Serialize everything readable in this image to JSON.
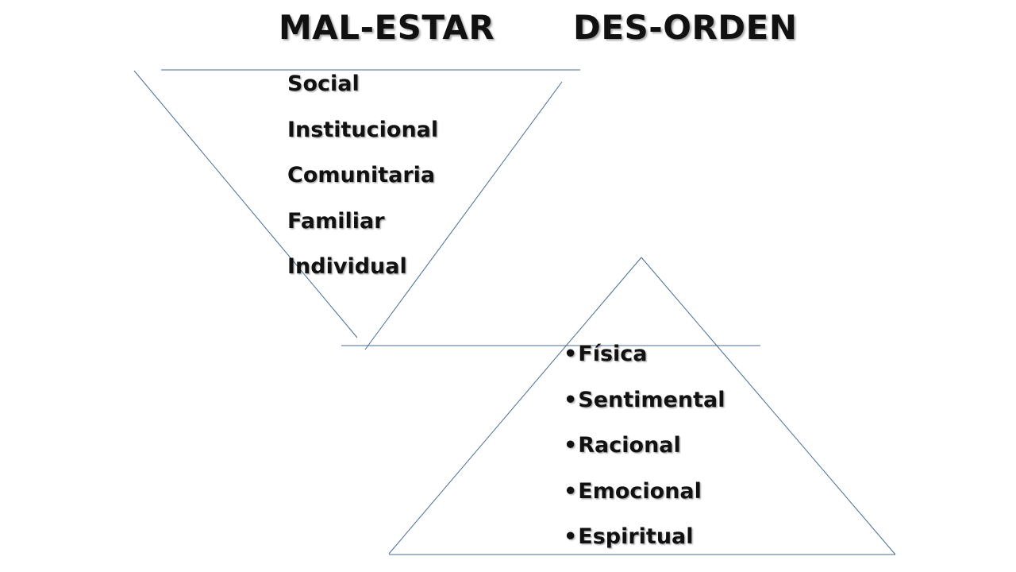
{
  "titles": {
    "left": "MAL-ESTAR",
    "right": "DES-ORDEN"
  },
  "inverted_triangle": {
    "items": [
      "Social",
      "Institucional",
      "Comunitaria",
      "Familiar",
      "Individual"
    ]
  },
  "upright_triangle": {
    "bullet": "•",
    "items": [
      "Física",
      "Sentimental",
      "Racional",
      "Emocional",
      "Espiritual"
    ]
  },
  "colors": {
    "line": "#4a6c94",
    "text": "#111111",
    "background": "#ffffff"
  }
}
